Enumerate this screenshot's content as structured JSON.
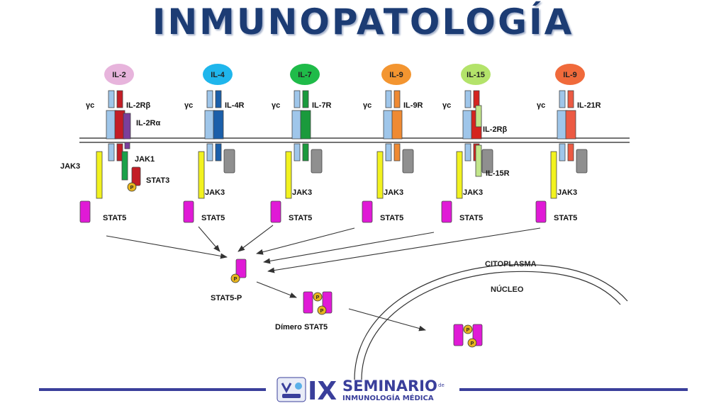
{
  "title": "INMUNOPATOLOGÍA",
  "labels": {
    "yc": "γc",
    "jak1": "JAK1",
    "jak3": "JAK3",
    "stat3": "STAT3",
    "stat5": "STAT5",
    "il2ra": "IL-2Rα",
    "il15r": "IL-15R",
    "stat5p": "STAT5-P",
    "dimer": "Dímero STAT5",
    "citoplasma": "CITOPLASMA",
    "nucleo": "NÚCLEO",
    "p": "P"
  },
  "receptors": [
    {
      "cytokine": "IL-2",
      "receptor": "IL-2Rβ",
      "pill_color": "#e7b4dc",
      "chain_color": "#c31d26"
    },
    {
      "cytokine": "IL-4",
      "receptor": "IL-4R",
      "pill_color": "#1fb6ec",
      "chain_color": "#1b5faa"
    },
    {
      "cytokine": "IL-7",
      "receptor": "IL-7R",
      "pill_color": "#1fbb49",
      "chain_color": "#1a9a3c"
    },
    {
      "cytokine": "IL-9",
      "receptor": "IL-9R",
      "pill_color": "#f39530",
      "chain_color": "#ef8a33"
    },
    {
      "cytokine": "IL-15",
      "receptor": "IL-2Rβ",
      "pill_color": "#b3e36a",
      "chain_color": "#d5241f"
    },
    {
      "cytokine": "IL-9",
      "receptor": "IL-21R",
      "pill_color": "#f06a3b",
      "chain_color": "#ec5a43"
    }
  ],
  "colors": {
    "yc_chain": "#9fc6ea",
    "jak3": "#f2f21f",
    "stat5": "#e01ad6",
    "phosphate": "#e8b51f",
    "jak_gray": "#8f8f8f",
    "il2ra": "#7b3f9b",
    "il15r": "#c2e68a",
    "jak1": "#1aa14a",
    "stat3": "#c31d26",
    "title": "#1c3c74",
    "logo": "#3a3f9b"
  },
  "logo": {
    "numeral": "IX",
    "line1": "SEMINARIO",
    "de": "de",
    "line2": "INMUNOLOGÍA MÉDICA"
  }
}
